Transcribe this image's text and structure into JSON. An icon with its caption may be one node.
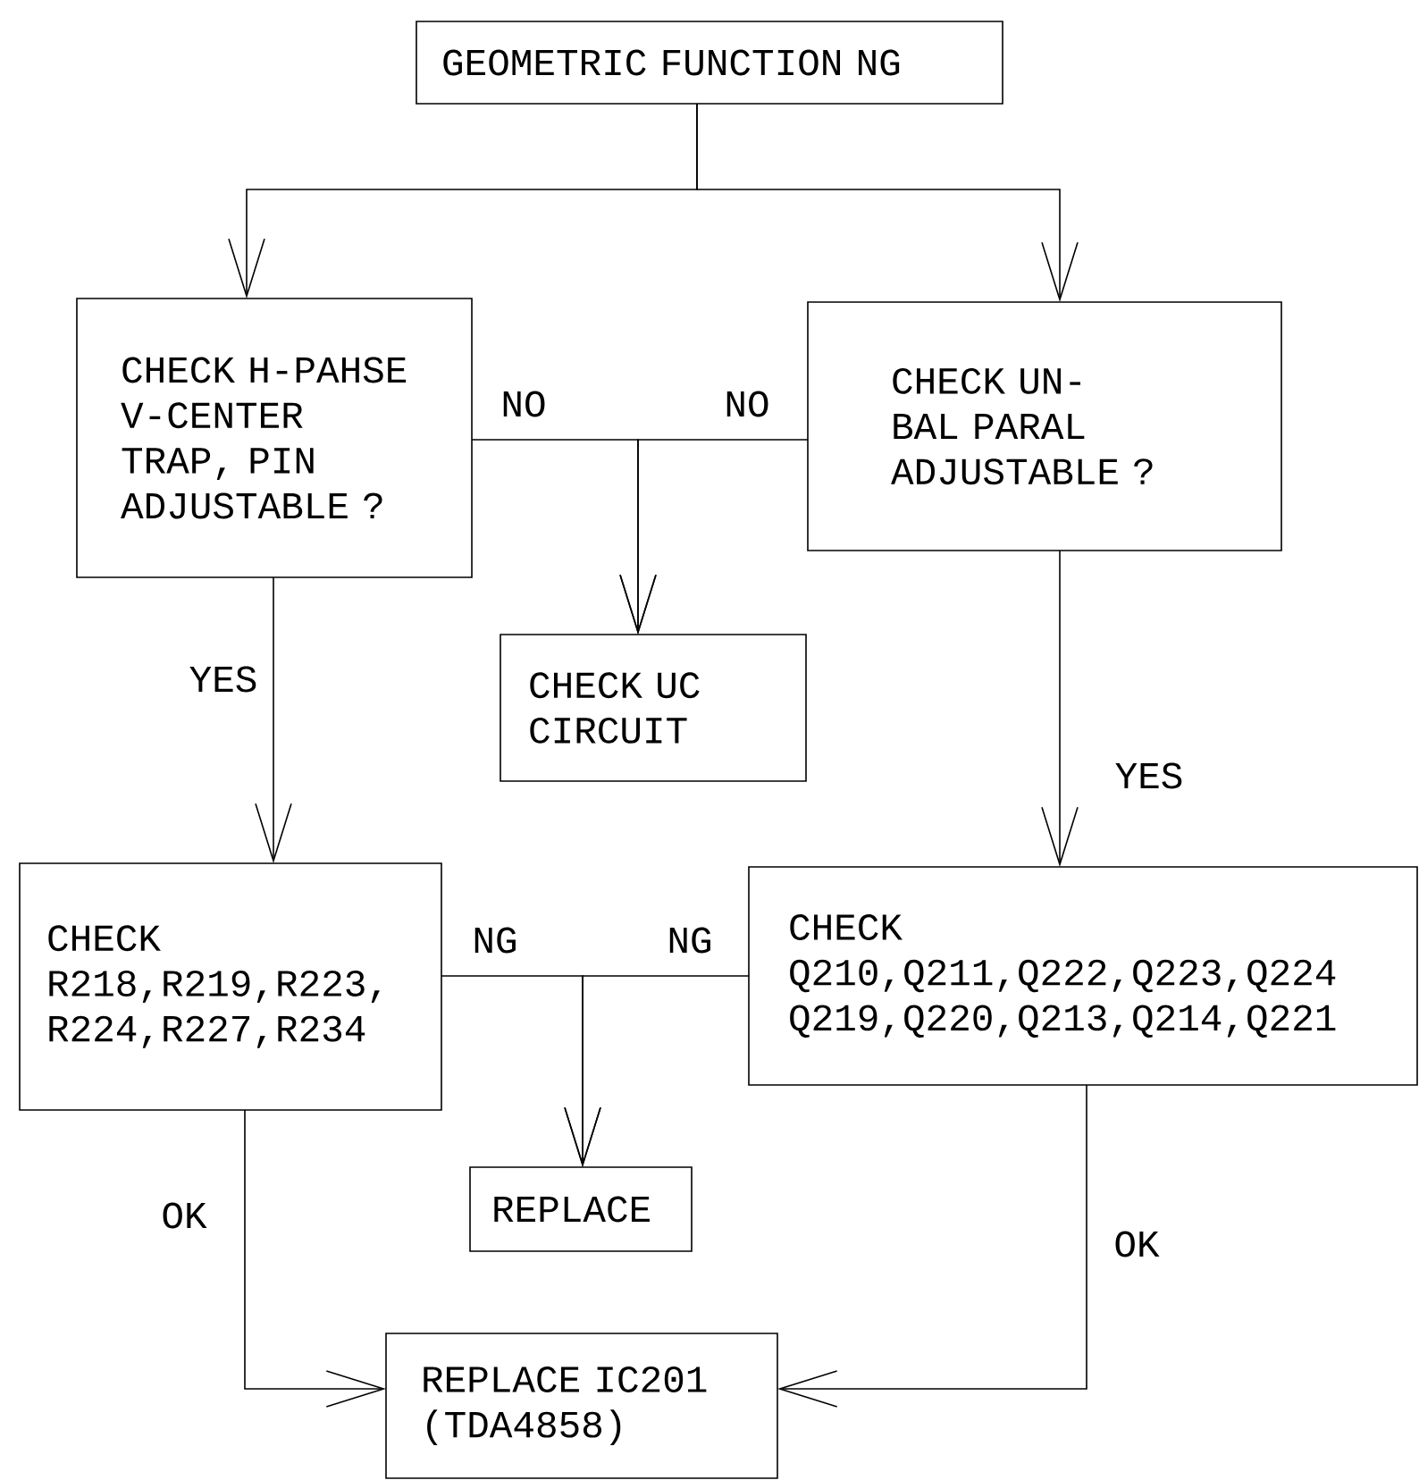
{
  "diagram": {
    "nodes": [
      {
        "text": [
          "GEOMETRIC FUNCTION NG"
        ]
      },
      {
        "text": [
          "CHECK H-PAHSE V-CENTER TRAP, PIN ADJUSTABLE ?"
        ]
      },
      {
        "text": [
          "CHECK UC CIRCUIT"
        ]
      },
      {
        "text": [
          "CHECK UN-BAL PARAL ADJUSTABLE ?"
        ]
      },
      {
        "text": [
          "CHECK R218,R219,R223, R224,R227,R234"
        ]
      },
      {
        "text": [
          "CHECK Q210,Q211,Q222,Q223,Q224 Q219,Q220,Q213,Q214,Q221"
        ]
      },
      {
        "text": [
          "REPLACE"
        ]
      },
      {
        "text": [
          "REPLACE IC201 (TDA4858)"
        ]
      }
    ],
    "edges": [
      {
        "from": 0,
        "to": 1,
        "arrow": "to"
      },
      {
        "from": 0,
        "to": 3,
        "arrow": "to"
      },
      {
        "from": 1,
        "to": 2,
        "arrow": "to",
        "label": "NO"
      },
      {
        "from": 3,
        "to": 2,
        "arrow": "to",
        "label": "NO"
      },
      {
        "from": 1,
        "to": 4,
        "arrow": "to",
        "label": "YES"
      },
      {
        "from": 3,
        "to": 5,
        "arrow": "to",
        "label": "YES"
      },
      {
        "from": 4,
        "to": 6,
        "arrow": "to",
        "label": "NG"
      },
      {
        "from": 5,
        "to": 6,
        "arrow": "to",
        "label": "NG"
      },
      {
        "from": 4,
        "to": 7,
        "arrow": "to",
        "label": "OK"
      },
      {
        "from": 5,
        "to": 7,
        "arrow": "to",
        "label": "OK"
      }
    ]
  }
}
